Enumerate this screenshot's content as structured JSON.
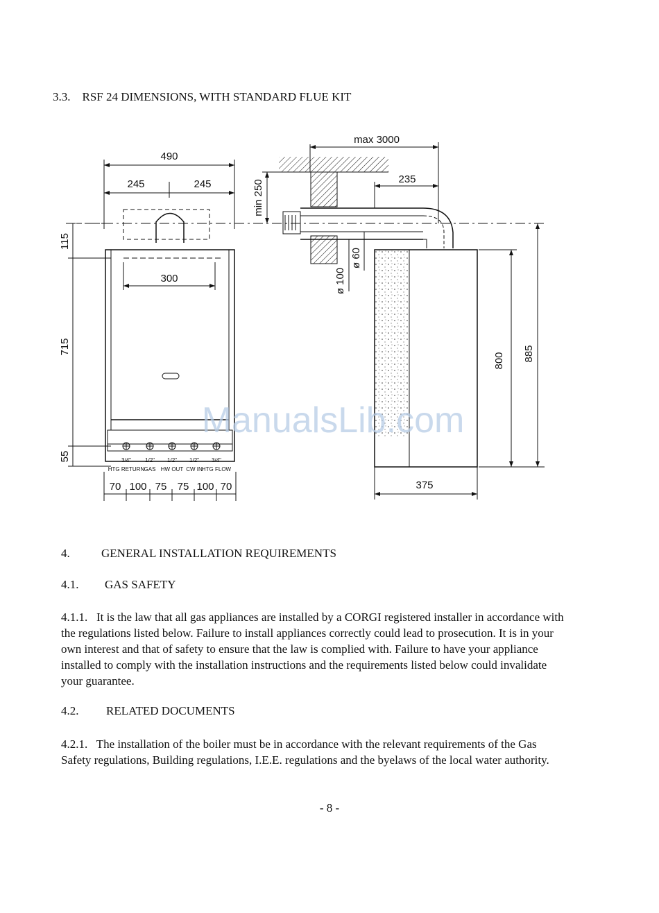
{
  "section_3_3": {
    "number": "3.3.",
    "title": "RSF 24 DIMENSIONS, WITH STANDARD FLUE KIT"
  },
  "drawing": {
    "front": {
      "total_width": "490",
      "half_left": "245",
      "half_right": "245",
      "top_height": "115",
      "body_height": "715",
      "bottom_height": "55",
      "flue_spacing": "300",
      "connections": [
        {
          "size": "3/4\"",
          "name": "HTG RETURN"
        },
        {
          "size": "1/2\"",
          "name": "GAS"
        },
        {
          "size": "1/2\"",
          "name": "HW OUT"
        },
        {
          "size": "1/2\"",
          "name": "CW IN"
        },
        {
          "size": "3/4\"",
          "name": "HTG FLOW"
        }
      ],
      "bottom_dims": [
        "70",
        "100",
        "75",
        "75",
        "100",
        "70"
      ]
    },
    "side": {
      "max_length": "max 3000",
      "min_clearance": "min 250",
      "offset": "235",
      "outer_dia": "ø 100",
      "inner_dia": "ø 60",
      "depth": "375",
      "height_800": "800",
      "height_885": "885"
    }
  },
  "watermark": "ManualsLib.com",
  "section_4": {
    "number": "4.",
    "title": "GENERAL INSTALLATION REQUIREMENTS"
  },
  "section_4_1": {
    "number": "4.1.",
    "title": "GAS SAFETY"
  },
  "para_4_1_1": {
    "number": "4.1.1.",
    "text": "It is the law that all gas appliances are installed by a CORGI registered installer in accordance with the regulations listed below. Failure to install appliances correctly could lead to prosecution. It is in your own interest and that of safety to ensure that the law is complied with. Failure to have your appliance installed to comply with the installation instructions and the requirements listed below could invalidate your guarantee."
  },
  "section_4_2": {
    "number": "4.2.",
    "title": "RELATED DOCUMENTS"
  },
  "para_4_2_1": {
    "number": "4.2.1.",
    "text": "The installation of the boiler must be in accordance with the relevant requirements of the Gas Safety regulations, Building regulations, I.E.E. regulations and the byelaws of the local water authority."
  },
  "page_number": "- 8 -"
}
